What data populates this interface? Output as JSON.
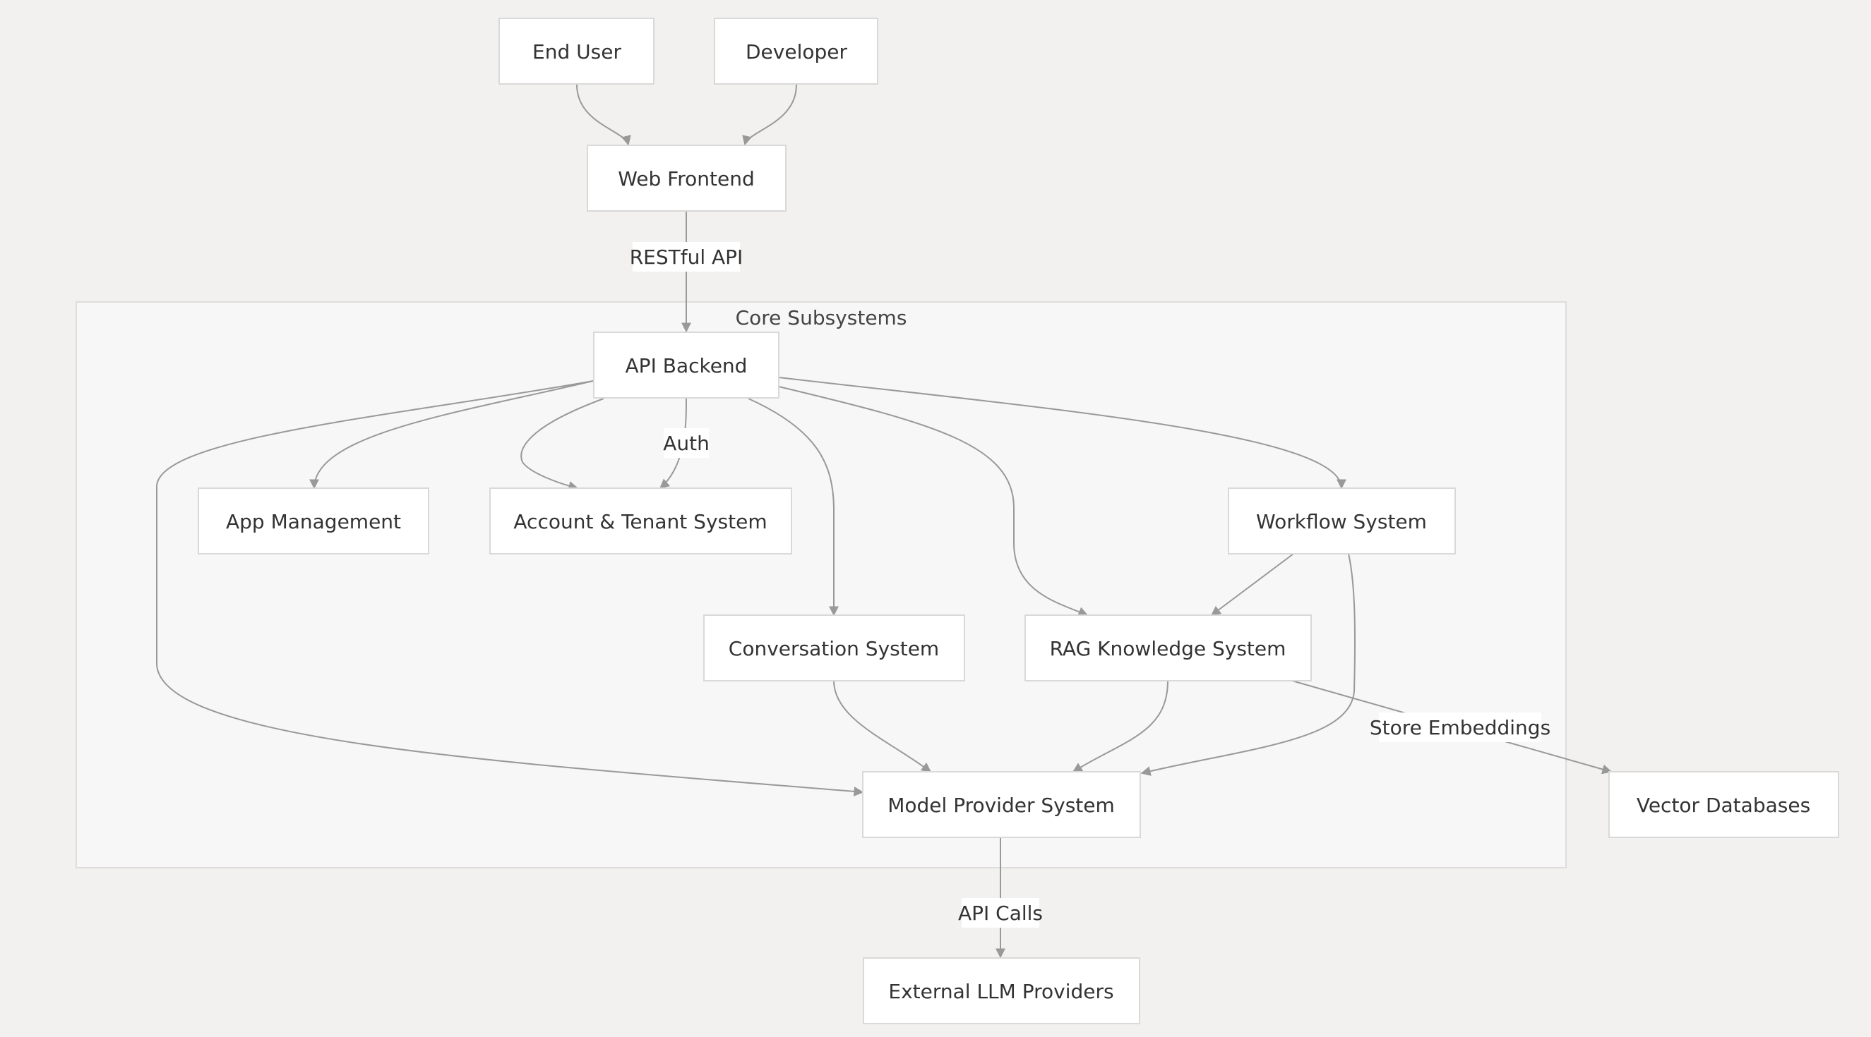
{
  "diagram": {
    "cluster": {
      "label": "Core Subsystems"
    },
    "nodes": {
      "end_user": "End User",
      "developer": "Developer",
      "web_frontend": "Web Frontend",
      "api_backend": "API Backend",
      "app_management": "App Management",
      "account_tenant": "Account & Tenant System",
      "workflow": "Workflow System",
      "conversation": "Conversation System",
      "rag": "RAG Knowledge System",
      "model_provider": "Model Provider System",
      "vector_db": "Vector Databases",
      "external_llm": "External LLM Providers"
    },
    "edge_labels": {
      "restful_api": "RESTful API",
      "auth": "Auth",
      "store_embeddings": "Store Embeddings",
      "api_calls": "API Calls"
    },
    "colors": {
      "background": "#f2f1ef",
      "cluster_fill": "#f7f7f7",
      "node_fill": "#ffffff",
      "node_border": "#d9d9d9",
      "edge": "#999999",
      "text": "#333333"
    }
  }
}
